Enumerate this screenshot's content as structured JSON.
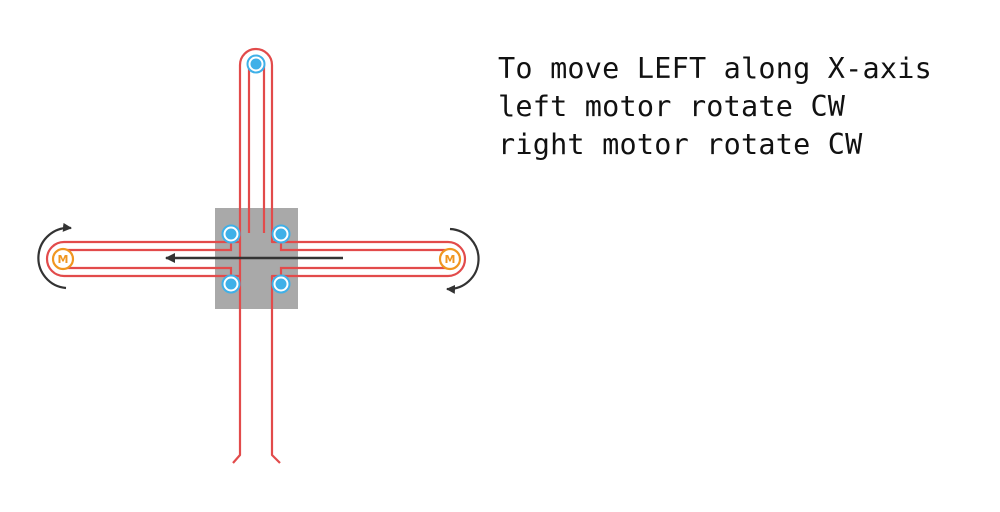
{
  "caption": {
    "line1": "To move LEFT along X-axis",
    "line2": "left motor rotate CW",
    "line3": "right motor rotate CW"
  },
  "motors": {
    "left_label": "M",
    "right_label": "M"
  },
  "colors": {
    "belt": "#e24b4b",
    "pulley": "#3fb0e8",
    "motor": "#f0961f",
    "carriage": "#a9a9a9",
    "arrow": "#333333"
  },
  "icons": {
    "motion_arrow": "arrow-left-icon",
    "rotation": "cw-rotation-arrow-icon"
  }
}
